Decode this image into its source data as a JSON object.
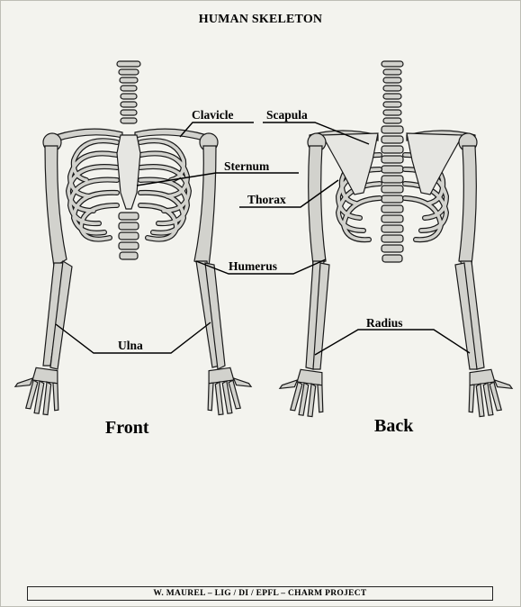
{
  "title": "HUMAN SKELETON",
  "labels": {
    "clavicle": "Clavicle",
    "scapula": "Scapula",
    "sternum": "Sternum",
    "thorax": "Thorax",
    "humerus": "Humerus",
    "radius": "Radius",
    "ulna": "Ulna"
  },
  "views": {
    "front": "Front",
    "back": "Back"
  },
  "footer": "W. MAUREL – LIG / DI / EPFL – CHARM PROJECT",
  "colors": {
    "bone": "#d2d2cd",
    "background": "#f3f3ee",
    "outline": "#1a1a1a"
  }
}
